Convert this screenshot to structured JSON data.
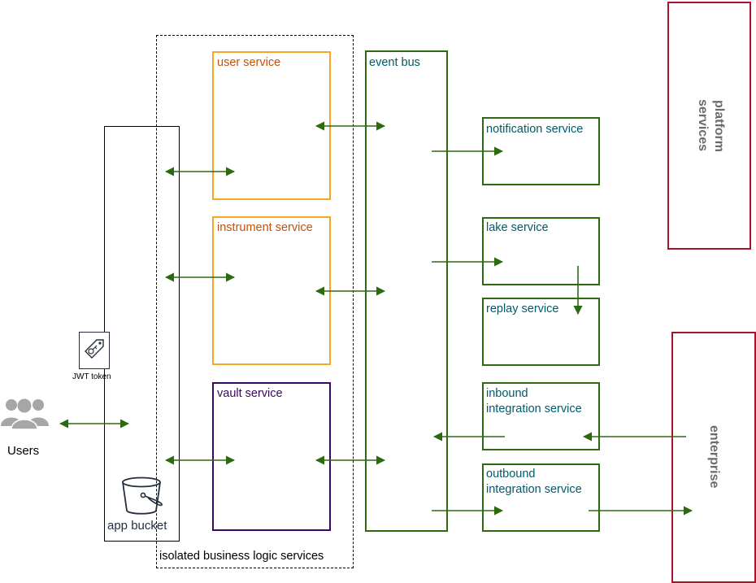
{
  "colors": {
    "orange": "#f5a623",
    "orange_text": "#c0510a",
    "purple": "#3b0766",
    "green": "#2d6a0f",
    "teal_text": "#005a6b",
    "dark_red": "#a8122a",
    "black": "#000000",
    "grey_text": "#6b6b6b"
  },
  "labels": {
    "user_service": "user service",
    "instrument_service": "instrument service",
    "vault_service": "vault service",
    "event_bus": "event bus",
    "notification_service": "notification service",
    "lake_service": "lake service",
    "replay_service": "replay service",
    "inbound_integration_service": "inbound\nintegration service",
    "outbound_integration_service": "outbound\nintegration service",
    "platform_services": "platform\nservices",
    "enterprise": "enterprise",
    "isolated_group": "isolated business logic services",
    "users": "Users",
    "jwt_token": "JWT token",
    "app_bucket": "app bucket"
  },
  "icons": {
    "users": "users-group-icon",
    "jwt": "tag-key-icon",
    "bucket": "bucket-icon"
  }
}
